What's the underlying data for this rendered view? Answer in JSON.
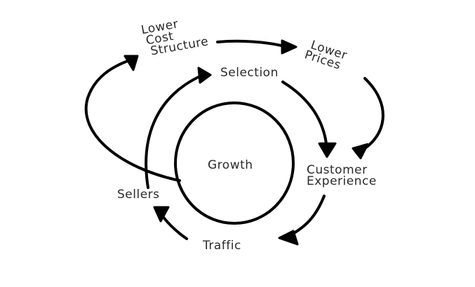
{
  "diagram": {
    "title": "Flywheel",
    "center": "Growth",
    "nodes": {
      "lower_cost_structure": [
        "Lower",
        "Cost",
        "Structure"
      ],
      "lower_prices": [
        "Lower",
        "Prices"
      ],
      "selection": "Selection",
      "customer_experience": [
        "Customer",
        "Experience"
      ],
      "traffic": "Traffic",
      "sellers": "Sellers"
    },
    "edges": [
      {
        "from": "Growth",
        "to": "Lower Cost Structure"
      },
      {
        "from": "Lower Cost Structure",
        "to": "Lower Prices"
      },
      {
        "from": "Lower Prices",
        "to": "Customer Experience"
      },
      {
        "from": "Selection",
        "to": "Customer Experience"
      },
      {
        "from": "Customer Experience",
        "to": "Traffic"
      },
      {
        "from": "Traffic",
        "to": "Sellers"
      },
      {
        "from": "Sellers",
        "to": "Selection"
      }
    ],
    "colors": {
      "stroke": "#000000",
      "text": "#2a2a2a",
      "background": "#ffffff"
    }
  }
}
